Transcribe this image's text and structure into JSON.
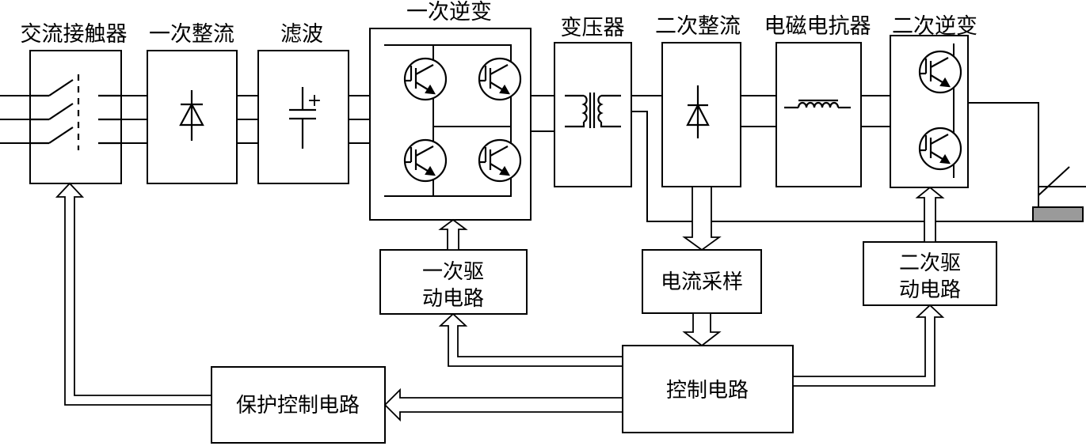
{
  "top_labels": {
    "contactor": "交流接触器",
    "primary_rectifier": "一次整流",
    "filter": "滤波",
    "primary_inverter": "一次逆变",
    "transformer": "变压器",
    "secondary_rectifier": "二次整流",
    "reactor": "电磁电抗器",
    "secondary_inverter": "二次逆变"
  },
  "blocks": {
    "primary_driver": [
      "一次驱",
      "动电路"
    ],
    "current_sampling": "电流采样",
    "secondary_driver": [
      "二次驱",
      "动电路"
    ],
    "control_circuit": "控制电路",
    "protection_control": "保护控制电路"
  },
  "symbols": {
    "capacitor_polarity": "+"
  }
}
